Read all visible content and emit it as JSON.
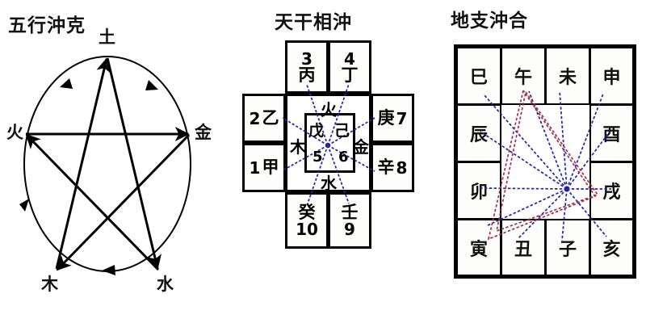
{
  "panels": {
    "wuxing": {
      "title": "五行沖克",
      "labels": [
        {
          "name": "earth",
          "text": "土"
        },
        {
          "name": "fire",
          "text": "火"
        },
        {
          "name": "metal",
          "text": "金"
        },
        {
          "name": "wood",
          "text": "木"
        },
        {
          "name": "water",
          "text": "水"
        }
      ],
      "stroke_color": "#000000"
    },
    "tiangan": {
      "title": "天干相沖",
      "elements": [
        {
          "name": "fire",
          "text": "火"
        },
        {
          "name": "wood",
          "text": "木"
        },
        {
          "name": "metal",
          "text": "金"
        },
        {
          "name": "water",
          "text": "水"
        }
      ],
      "cells": [
        {
          "name": "bing",
          "num": "3",
          "ch": "丙",
          "order": "num-above"
        },
        {
          "name": "ding",
          "num": "4",
          "ch": "丁",
          "order": "num-above"
        },
        {
          "name": "yi",
          "num": "2",
          "ch": "乙",
          "order": "num-left"
        },
        {
          "name": "geng",
          "num": "7",
          "ch": "庚",
          "order": "num-right"
        },
        {
          "name": "jia",
          "num": "1",
          "ch": "甲",
          "order": "num-left"
        },
        {
          "name": "xin",
          "num": "8",
          "ch": "辛",
          "order": "num-right"
        },
        {
          "name": "gui",
          "num": "10",
          "ch": "癸",
          "order": "num-below"
        },
        {
          "name": "ren",
          "num": "9",
          "ch": "壬",
          "order": "num-below"
        }
      ],
      "center": [
        {
          "name": "wu",
          "ch": "戊",
          "num": "5"
        },
        {
          "name": "ji",
          "ch": "己",
          "num": "6"
        }
      ],
      "line_color": "#2222aa"
    },
    "dizhi": {
      "title": "地支沖合",
      "cells": [
        {
          "name": "si",
          "text": "巳"
        },
        {
          "name": "wu",
          "text": "午"
        },
        {
          "name": "wei",
          "text": "未"
        },
        {
          "name": "shen",
          "text": "申"
        },
        {
          "name": "chen",
          "text": "辰"
        },
        {
          "name": "you",
          "text": "酉"
        },
        {
          "name": "mao",
          "text": "卯"
        },
        {
          "name": "xu",
          "text": "戌"
        },
        {
          "name": "yin",
          "text": "寅"
        },
        {
          "name": "chou",
          "text": "丑"
        },
        {
          "name": "zi",
          "text": "子"
        },
        {
          "name": "hai",
          "text": "亥"
        }
      ],
      "clash_color": "#2222aa",
      "combine_color": "#a03050"
    }
  }
}
